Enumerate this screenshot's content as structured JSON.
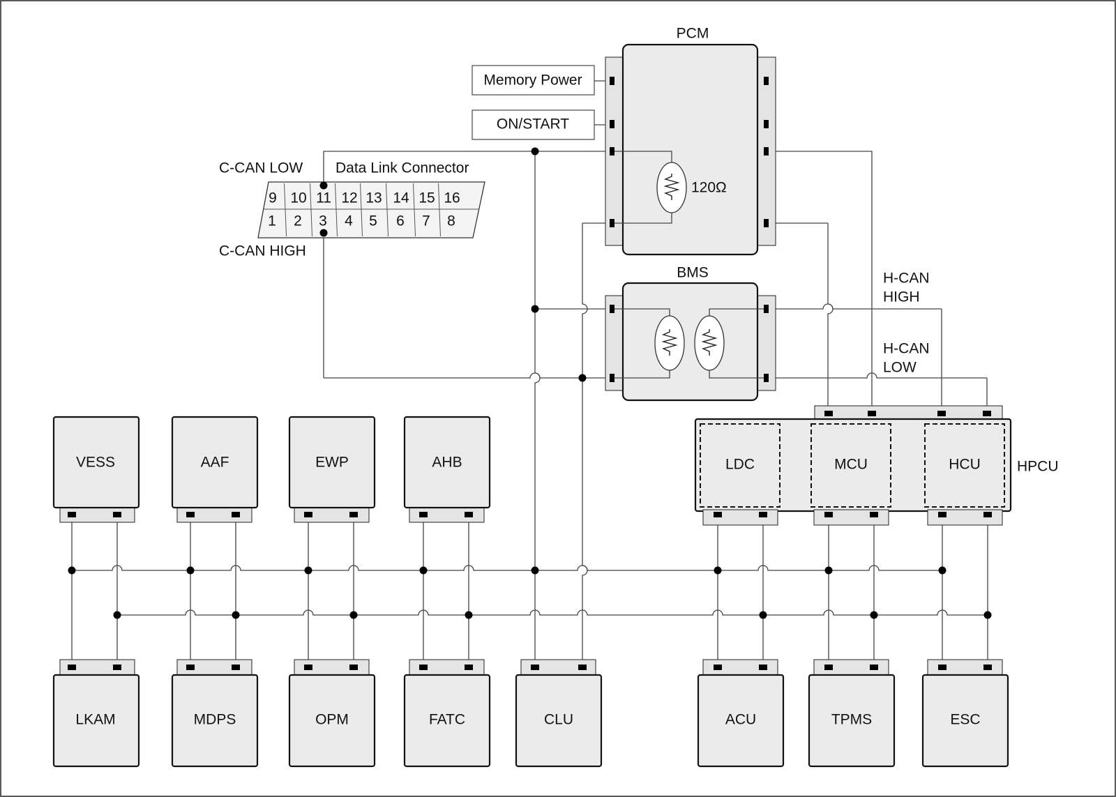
{
  "diagram": {
    "modules": {
      "pcm": "PCM",
      "bms": "BMS",
      "hpcu": "HPCU",
      "ldc": "LDC",
      "mcu": "MCU",
      "hcu": "HCU",
      "vess": "VESS",
      "aaf": "AAF",
      "ewp": "EWP",
      "ahb": "AHB",
      "lkam": "LKAM",
      "mdps": "MDPS",
      "opm": "OPM",
      "fatc": "FATC",
      "clu": "CLU",
      "acu": "ACU",
      "tpms": "TPMS",
      "esc": "ESC"
    },
    "inputs": {
      "memory_power": "Memory Power",
      "on_start": "ON/START"
    },
    "resistor": "120Ω",
    "dlc": {
      "title": "Data Link Connector",
      "c_can_low": "C-CAN LOW",
      "c_can_high": "C-CAN HIGH",
      "pins_top": [
        "9",
        "10",
        "11",
        "12",
        "13",
        "14",
        "15",
        "16"
      ],
      "pins_bottom": [
        "1",
        "2",
        "3",
        "4",
        "5",
        "6",
        "7",
        "8"
      ]
    },
    "h_can_high": [
      "H-CAN",
      "HIGH"
    ],
    "h_can_low": [
      "H-CAN",
      "LOW"
    ]
  }
}
